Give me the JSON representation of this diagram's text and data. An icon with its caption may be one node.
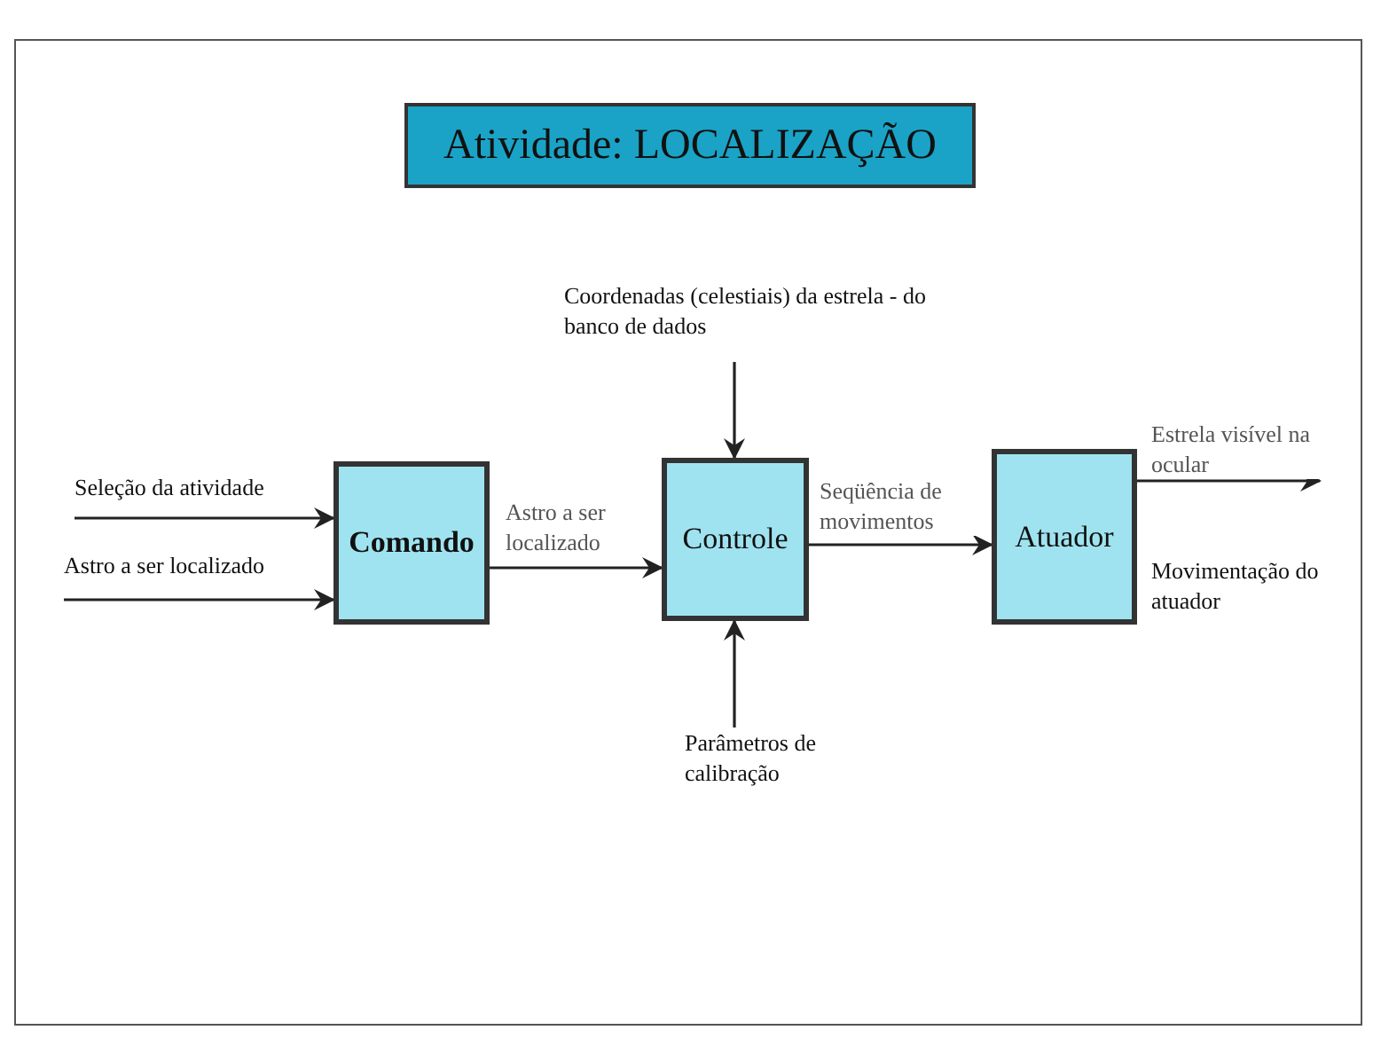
{
  "diagram": {
    "title": "Atividade: LOCALIZAÇÃO",
    "nodes": [
      {
        "text": [
          "Seleção da atividade"
        ]
      },
      {
        "text": [
          "Astro a ser localizado"
        ]
      },
      {
        "text": [
          "Comando"
        ]
      },
      {
        "text": [
          "Controle"
        ]
      },
      {
        "text": [
          "Atuador"
        ]
      },
      {
        "text": [
          "Coordenadas (celestiais) da estrela - do banco de dados"
        ]
      },
      {
        "text": [
          "Parâmetros de calibração"
        ]
      }
    ],
    "edges": [
      {
        "from": 0,
        "to": 2,
        "arrow": "to"
      },
      {
        "from": 1,
        "to": 2,
        "arrow": "to"
      },
      {
        "from": 2,
        "to": 3,
        "arrow": "to",
        "label": "Astro a ser localizado"
      },
      {
        "from": 3,
        "to": 4,
        "arrow": "to",
        "label": "Seqüência de movimentos"
      },
      {
        "from": 5,
        "to": 3,
        "arrow": "to"
      },
      {
        "from": 6,
        "to": 3,
        "arrow": "to"
      },
      {
        "from": 4,
        "to": null,
        "arrow": "to",
        "label": "Estrela visível na ocular"
      }
    ],
    "labels": [
      "Movimentação do atuador"
    ]
  }
}
